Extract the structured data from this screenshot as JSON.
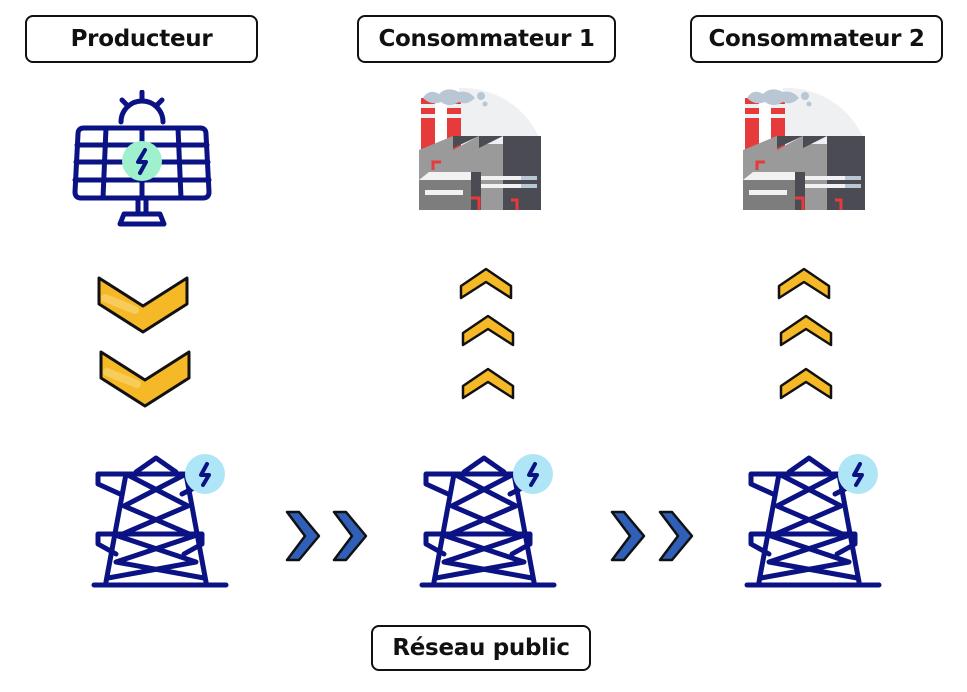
{
  "labels": {
    "producer": "Producteur",
    "consumer1": "Consommateur 1",
    "consumer2": "Consommateur 2",
    "grid": "Réseau public"
  },
  "colors": {
    "navy": "#0b1283",
    "mint": "#9ff0cd",
    "light_blue": "#aee6f8",
    "yellow": "#f5b827",
    "yellow_light": "#f8cc5a",
    "blue_arrow": "#2f5fb7",
    "red": "#e73a3a",
    "grey": "#9a9a9a",
    "dark_grey": "#4a4b53",
    "smoke": "#b9c6d3",
    "sky": "#eef0f2"
  },
  "flows": {
    "producer_direction": "down",
    "consumer1_direction": "up",
    "consumer2_direction": "up",
    "grid_direction": "right"
  }
}
